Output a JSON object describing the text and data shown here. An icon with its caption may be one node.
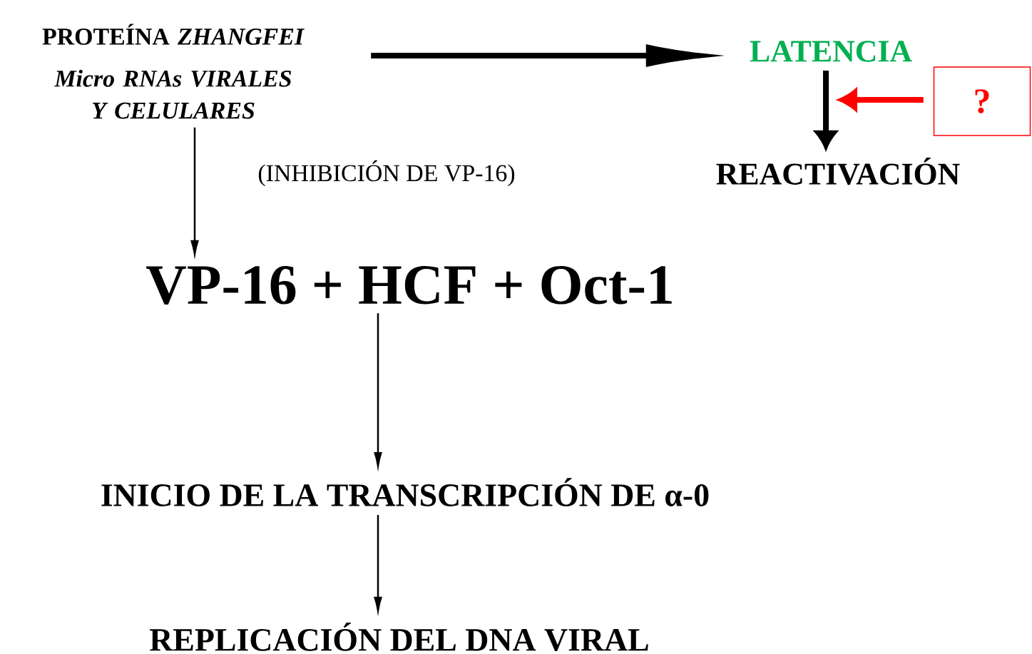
{
  "diagram": {
    "nodes": [
      {
        "text": [
          "PROTEÍNA *ZHANGFEI*",
          "Micro RNAs VIRALES Y CELULARES"
        ]
      },
      {
        "text": [
          "LATENCIA"
        ]
      },
      {
        "text": [
          "?"
        ]
      },
      {
        "text": [
          "REACTIVACIÓN"
        ]
      },
      {
        "text": [
          "VP-16 + HCF + Oct-1"
        ]
      },
      {
        "text": [
          "INICIO DE LA TRANSCRIPCIÓN DE α-0"
        ]
      },
      {
        "text": [
          "REPLICACIÓN DEL DNA VIRAL"
        ]
      }
    ],
    "edges": [
      {
        "from": 0,
        "to": 1,
        "arrow": "to",
        "style": "thick"
      },
      {
        "from": 1,
        "to": 3,
        "arrow": "to",
        "style": "thick"
      },
      {
        "from": 2,
        "to": null,
        "arrow": "to",
        "style": "thick",
        "color": "#ff0000"
      },
      {
        "from": 0,
        "to": 4,
        "arrow": "to",
        "label": "(INHIBICIÓN DE VP-16)"
      },
      {
        "from": 4,
        "to": 5,
        "arrow": "to"
      },
      {
        "from": 5,
        "to": 6,
        "arrow": "to"
      }
    ]
  }
}
